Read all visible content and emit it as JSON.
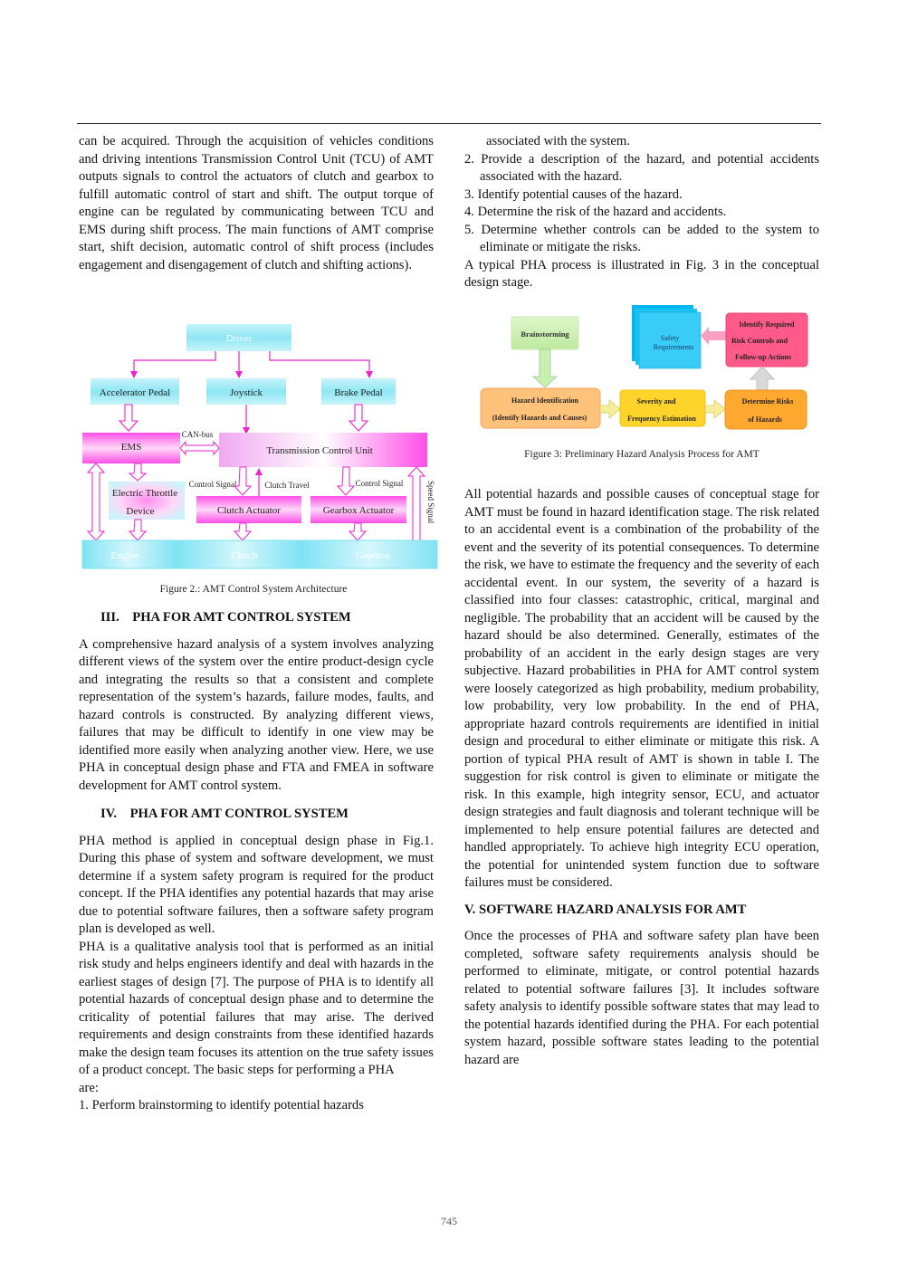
{
  "left": {
    "p1": "can be acquired. Through the acquisition of vehicles conditions and driving intentions Transmission Control Unit (TCU) of AMT outputs signals to control the actuators of clutch and gearbox to fulfill automatic control of start and shift. The output torque of engine can be regulated by communicating between TCU and EMS during shift process. The main functions of AMT comprise start, shift decision, automatic control of shift process (includes engagement and disengagement of clutch and shifting actions).",
    "fig2_caption": "Figure 2.: AMT Control System Architecture",
    "h3": "III.    PHA FOR AMT CONTROL SYSTEM",
    "p2": "A comprehensive hazard analysis of a system involves analyzing different views of the system over the entire product-design cycle and integrating the results so that a consistent and complete representation of the system’s hazards, failure modes, faults, and hazard controls is constructed. By analyzing different views, failures that may be difficult to identify in one view may be identified more easily when analyzing another view. Here, we use PHA in conceptual design phase and FTA and FMEA in software development for AMT control system.",
    "h4": "IV.    PHA FOR AMT CONTROL SYSTEM",
    "p3": "PHA method is applied in conceptual design phase in Fig.1. During this phase of system and software development, we must determine if a system safety program is required for the product concept. If the PHA identifies any potential hazards that may arise due to potential software failures, then a software safety program plan is developed as well.",
    "p4": "PHA is a qualitative analysis tool that is performed as an initial risk study and helps engineers identify and deal with hazards in the earliest stages of design [7]. The purpose of PHA is to identify all potential hazards of conceptual design phase and to determine the criticality of potential failures that may arise. The derived requirements and design constraints from these identified hazards make the design team focuses its attention on the true safety issues of a product concept. The basic steps for performing a PHA",
    "p4b": "are:",
    "step1": "1. Perform brainstorming to identify potential hazards"
  },
  "right": {
    "step1_cont": "associated with the system.",
    "step2": "2. Provide a description of the hazard, and potential accidents associated with the hazard.",
    "step3": "3. Identify potential causes of the hazard.",
    "step4": "4. Determine the risk of the hazard and accidents.",
    "step5": "5. Determine whether controls can be added to the system to eliminate or mitigate the risks.",
    "p1": "A typical PHA process is illustrated in Fig. 3 in the conceptual design stage.",
    "fig3_caption": "Figure 3: Preliminary Hazard Analysis Process for AMT",
    "p2": "All potential hazards and possible causes of conceptual stage for AMT must be found in hazard identification stage. The risk related to an accidental event is a combination of the probability of the event and the severity of its potential consequences. To determine the risk, we have to estimate the frequency and the severity of each accidental event. In our system, the severity of a hazard is classified into four classes: catastrophic, critical, marginal and negligible. The probability that an accident will be caused by the hazard should be also determined. Generally, estimates of the probability of an accident in the early design stages are very subjective. Hazard probabilities in PHA for AMT control system were loosely categorized as high probability, medium probability, low probability, very low probability. In the end of PHA, appropriate hazard controls requirements are identified in initial design and procedural to either eliminate or mitigate this risk. A portion of typical PHA result of AMT is shown in table I. The suggestion for risk control is given to eliminate or mitigate the risk. In this example, high integrity sensor, ECU, and actuator design strategies and fault diagnosis and tolerant technique will be implemented to help ensure potential failures are detected and handled appropriately. To achieve high integrity ECU operation, the potential for unintended system function due to software failures must be considered.",
    "h5": "V. SOFTWARE HAZARD ANALYSIS FOR AMT",
    "p3": "Once the processes of PHA and software safety plan have been completed, software safety requirements analysis should be performed to eliminate, mitigate, or control potential hazards related to potential software failures [3]. It includes software safety analysis to identify possible software states that may lead to the potential hazards identified during the PHA. For each potential system hazard, possible software states leading to the potential hazard are"
  },
  "fig2": {
    "driver": "Driver",
    "accelerator": "Accelerator Pedal",
    "joystick": "Joystick",
    "brake": "Brake Pedal",
    "canbus": "CAN-bus",
    "ems": "EMS",
    "tcu": "Transmission Control Unit",
    "control_signal_1": "Control Signal",
    "clutch_travel": "Clutch Travel",
    "control_signal_2": "Control Signal",
    "speed_signal": "Speed Signal",
    "throttle_1": "Electric Throttle",
    "throttle_2": "Device",
    "clutch_actuator": "Clutch Actuator",
    "gearbox_actuator": "Gearbox Actuator",
    "engine": "Engine",
    "clutch": "Clutch",
    "gearbox": "Gearbox"
  },
  "fig3": {
    "brainstorming": "Brainstorming",
    "safety_1": "Safety",
    "safety_2": "Requirements",
    "identify_1": "Identify Required",
    "identify_2": "Risk Controls and",
    "identify_3": "Follow-up Actions",
    "hazard_1": "Hazard Identification",
    "hazard_2": "(Identify Hazards and Causes)",
    "severity_1": "Severity and",
    "severity_2": "Frequency Estimation",
    "risks_1": "Determine Risks",
    "risks_2": "of Hazards"
  },
  "page_number": "745"
}
